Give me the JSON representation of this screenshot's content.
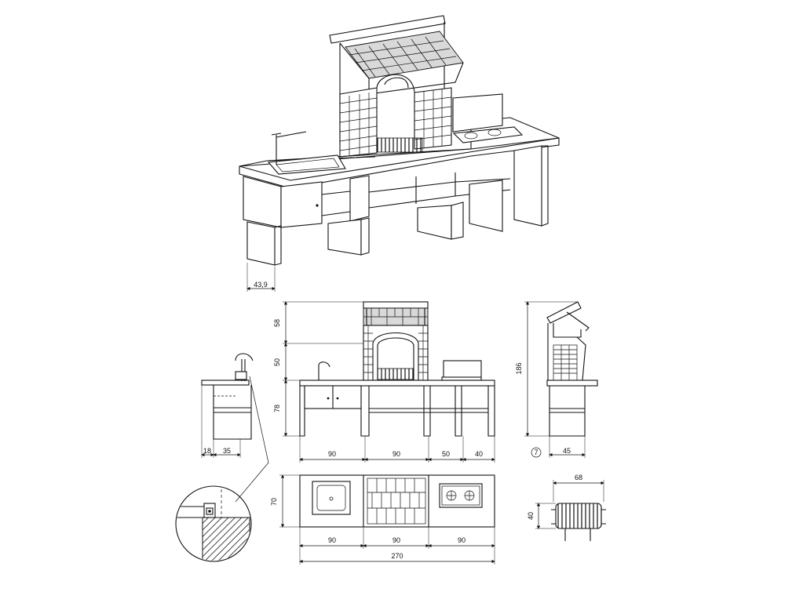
{
  "colors": {
    "line": "#111111",
    "background": "#ffffff",
    "hatch": "#555555",
    "fill": "#d9d9d9"
  },
  "dimensions": {
    "plinth_width": "43,9",
    "side_depth_a": "18",
    "side_depth_b": "35",
    "height_top": "58",
    "height_mid": "50",
    "height_counter": "78",
    "front_seg_1": "90",
    "front_seg_2": "90",
    "front_seg_3": "50",
    "front_seg_4": "40",
    "plan_depth": "70",
    "plan_seg_1": "90",
    "plan_seg_2": "90",
    "plan_seg_3": "90",
    "plan_total": "270",
    "right_height": "186",
    "right_base_marker": "7",
    "right_depth": "45",
    "grill_width": "68",
    "grill_depth": "40"
  }
}
